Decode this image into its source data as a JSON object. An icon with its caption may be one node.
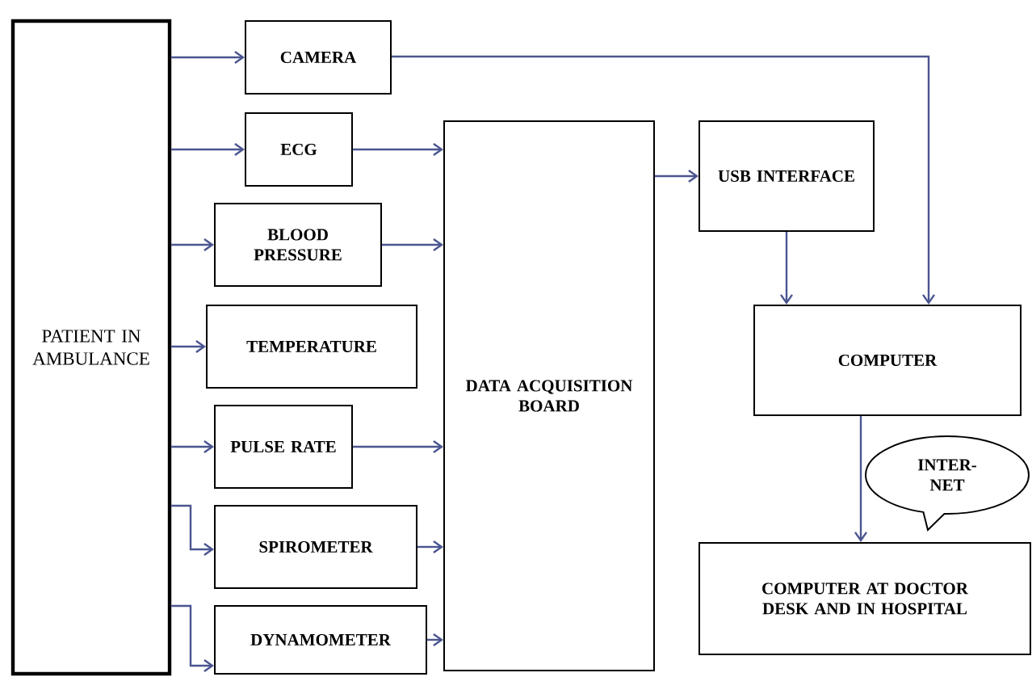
{
  "diagram": {
    "nodes": [
      {
        "text": [
          "PATIENT IN AMBULANCE"
        ]
      },
      {
        "text": [
          "CAMERA"
        ]
      },
      {
        "text": [
          "ECG"
        ]
      },
      {
        "text": [
          "BLOOD PRESSURE"
        ]
      },
      {
        "text": [
          "TEMPERATURE"
        ]
      },
      {
        "text": [
          "PULSE RATE"
        ]
      },
      {
        "text": [
          "SPIROMETER"
        ]
      },
      {
        "text": [
          "DYNAMOMETER"
        ]
      },
      {
        "text": [
          "DATA ACQUISITION BOARD"
        ]
      },
      {
        "text": [
          "USB INTERFACE"
        ]
      },
      {
        "text": [
          "COMPUTER"
        ]
      },
      {
        "text": [
          "INTER-NET"
        ]
      },
      {
        "text": [
          "COMPUTER AT DOCTOR DESK AND IN HOSPITAL"
        ]
      }
    ],
    "edges": [
      {
        "from": 0,
        "to": 1,
        "arrow": "to"
      },
      {
        "from": 0,
        "to": 2,
        "arrow": "to"
      },
      {
        "from": 0,
        "to": 3,
        "arrow": "to"
      },
      {
        "from": 0,
        "to": 4,
        "arrow": "to"
      },
      {
        "from": 0,
        "to": 5,
        "arrow": "to"
      },
      {
        "from": 0,
        "to": 6,
        "arrow": "to"
      },
      {
        "from": 0,
        "to": 7,
        "arrow": "to"
      },
      {
        "from": 1,
        "to": 10,
        "arrow": "to"
      },
      {
        "from": 2,
        "to": 8,
        "arrow": "to"
      },
      {
        "from": 3,
        "to": 8,
        "arrow": "to"
      },
      {
        "from": 5,
        "to": 8,
        "arrow": "to"
      },
      {
        "from": 6,
        "to": 8,
        "arrow": "to"
      },
      {
        "from": 7,
        "to": 8,
        "arrow": "to"
      },
      {
        "from": 8,
        "to": 9,
        "arrow": "to"
      },
      {
        "from": 9,
        "to": 10,
        "arrow": "to"
      },
      {
        "from": 10,
        "to": 12,
        "arrow": "to"
      }
    ]
  }
}
